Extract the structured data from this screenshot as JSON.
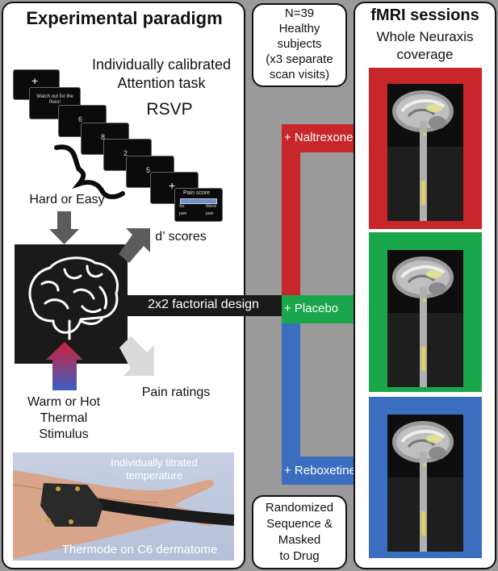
{
  "left_panel": {
    "title": "Experimental paradigm",
    "task_title_line1": "Individually calibrated",
    "task_title_line2": "Attention task",
    "rsvp_label": "RSVP",
    "cards": [
      "+",
      "Watch out for the fives!",
      "6",
      "8",
      "2",
      "5",
      "+"
    ],
    "pain_score_card": {
      "title": "Pain score",
      "low": "No",
      "high": "Worst",
      "low_sub": "pain",
      "high_sub": "pain"
    },
    "difficulty_label": "Hard or Easy",
    "dprime_label": "d’ scores",
    "pain_ratings_label": "Pain ratings",
    "stimulus_line1": "Warm or Hot",
    "stimulus_line2": "Thermal",
    "stimulus_line3": "Stimulus",
    "photo_caption_top_line1": "Individually titrated",
    "photo_caption_top_line2": "temperature",
    "photo_caption_bottom": "Thermode on C6 dermatome"
  },
  "design_label": "2x2 factorial design",
  "subjects": {
    "line1": "N=39",
    "line2": "Healthy",
    "line3": "subjects",
    "line4": "(x3 separate",
    "line5": "scan visits)"
  },
  "randomization": {
    "line1": "Randomized",
    "line2": "Sequence &",
    "line3": "Masked",
    "line4": "to Drug"
  },
  "sessions": {
    "title": "fMRI sessions",
    "subtitle_line1": "Whole Neuraxis",
    "subtitle_line2": "coverage",
    "drugs": [
      {
        "label": "+ Naltrexone",
        "color": "#c9262c"
      },
      {
        "label": "+ Placebo",
        "color": "#1aa64a"
      },
      {
        "label": "+ Reboxetine",
        "color": "#3b6ebf"
      }
    ]
  },
  "colors": {
    "background": "#9a9a9a",
    "naltrexone": "#c9262c",
    "placebo": "#1aa64a",
    "reboxetine": "#3b6ebf",
    "warm_gradient_top": "#d0203a",
    "warm_gradient_bottom": "#3a5fc0"
  }
}
